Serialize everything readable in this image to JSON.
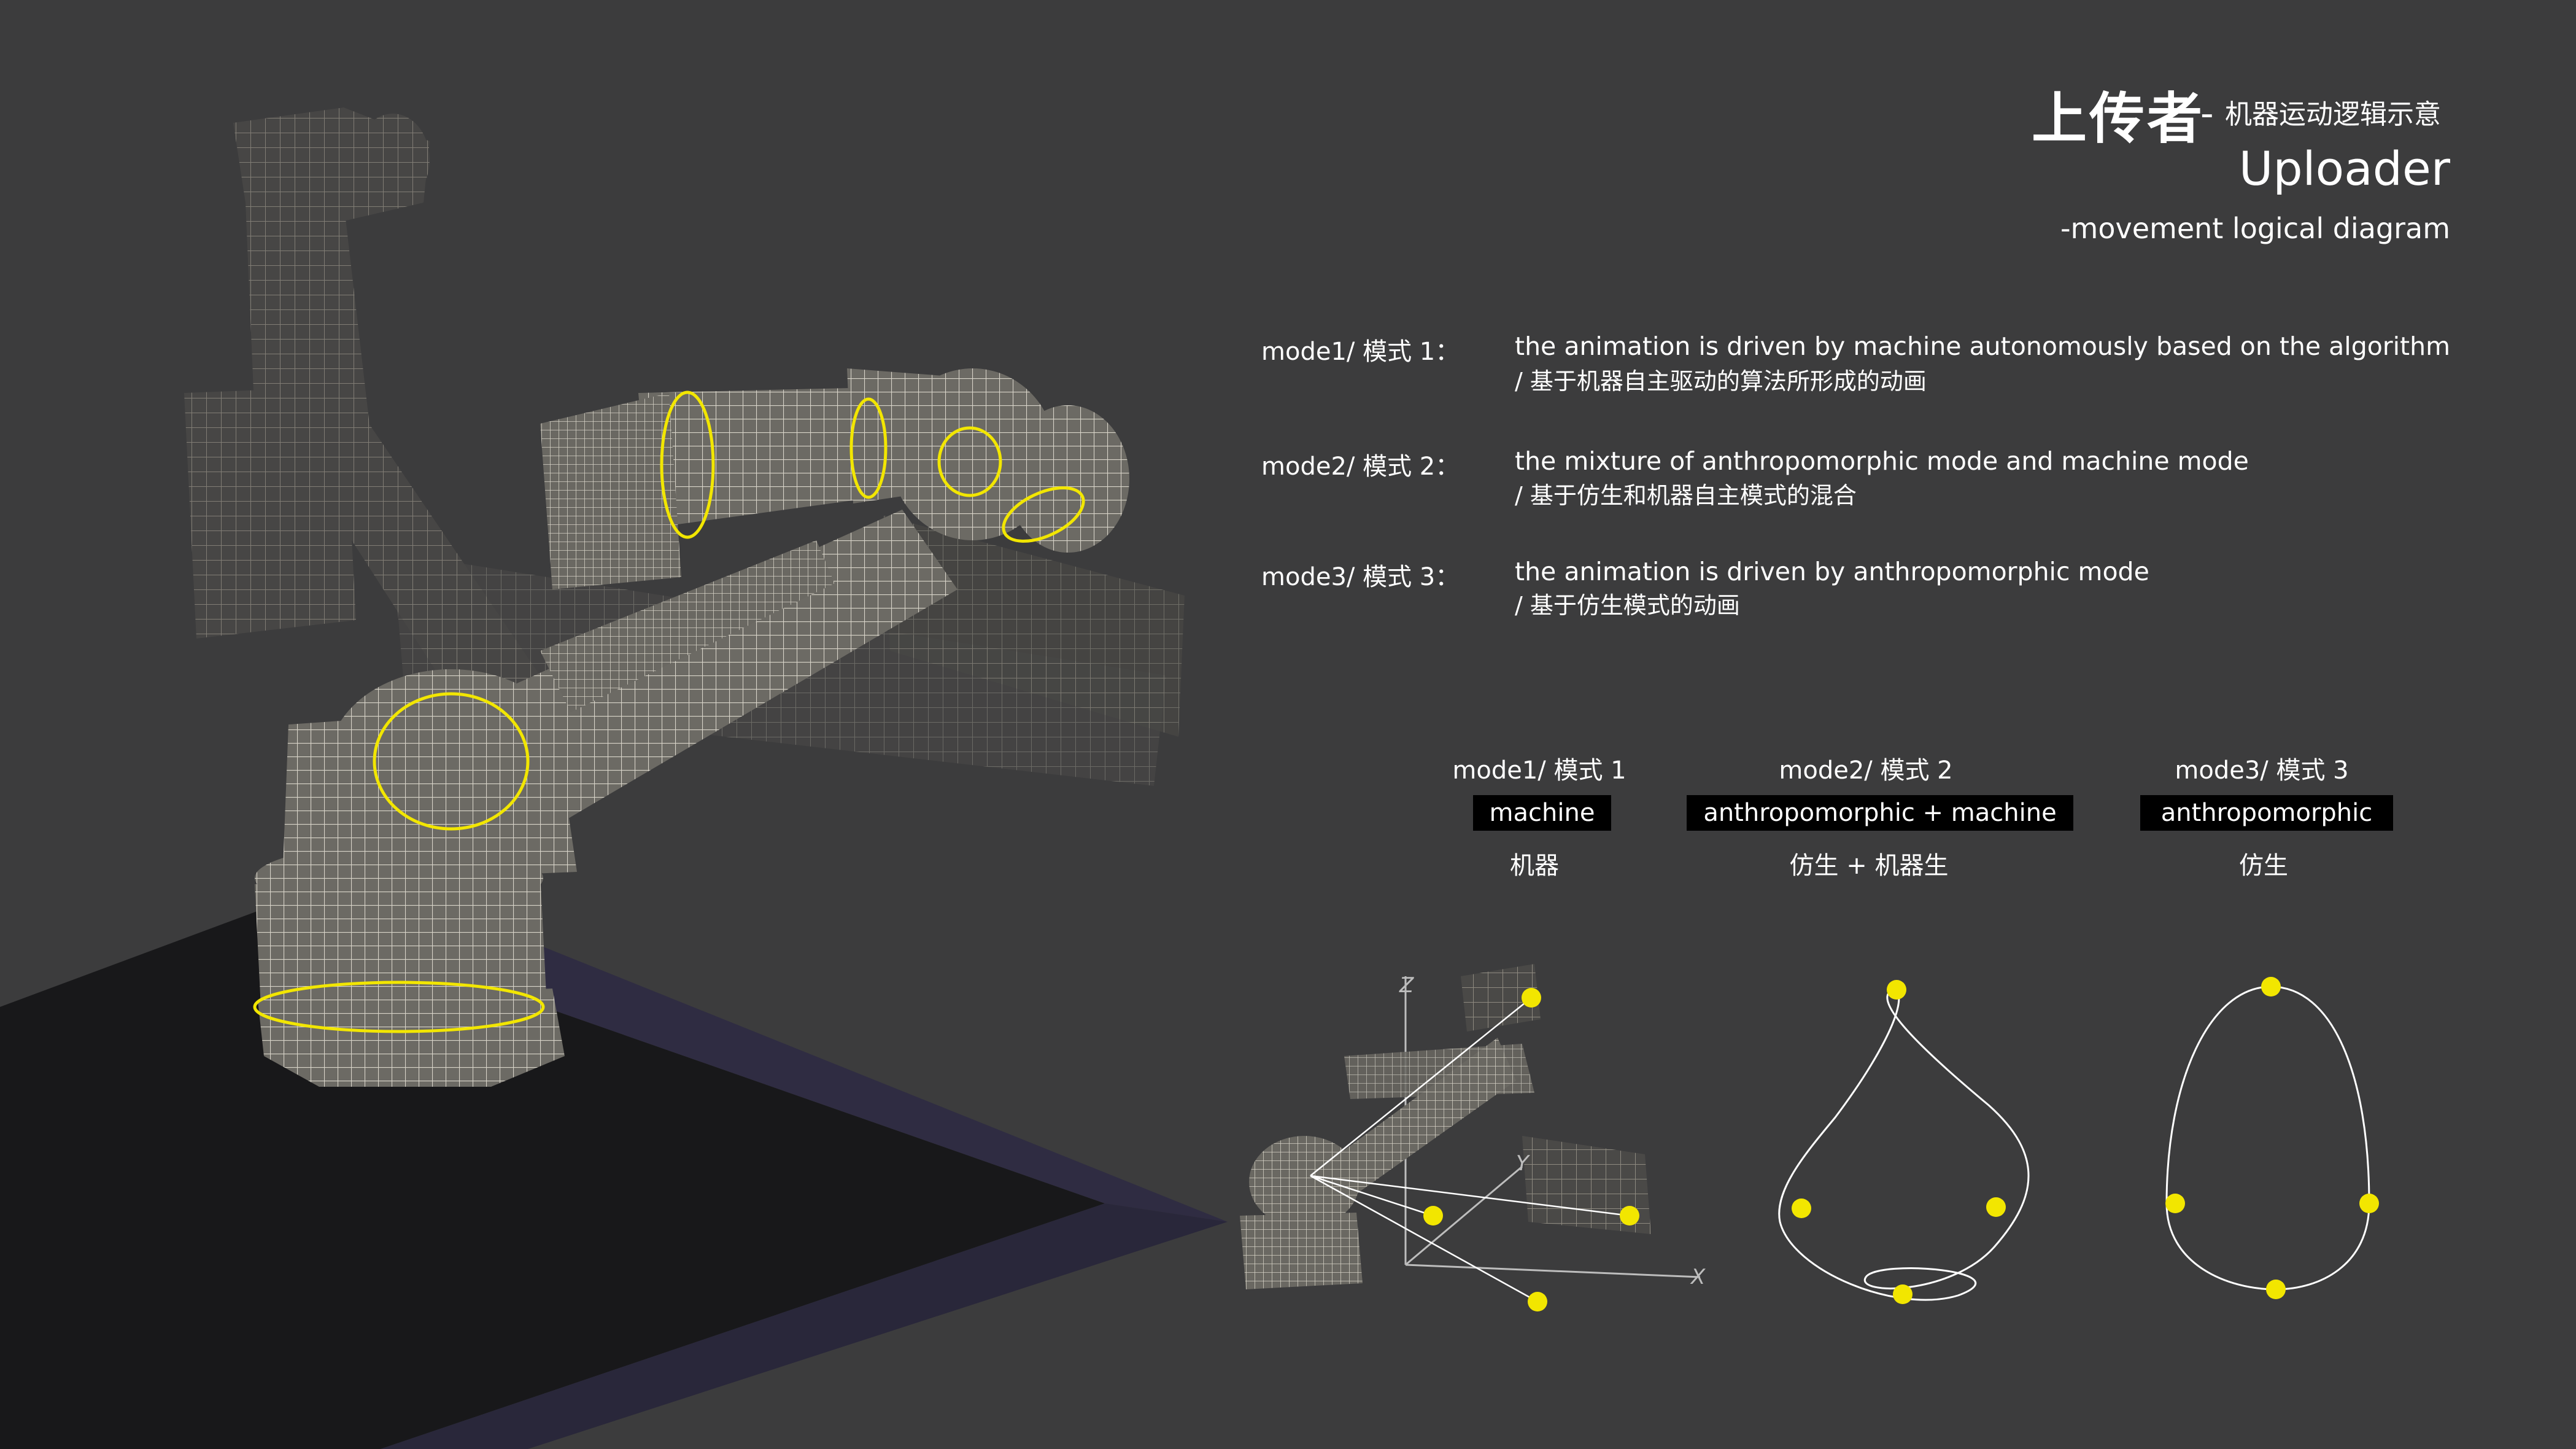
{
  "header": {
    "title_cn": "上传者",
    "dash": "-",
    "subtitle_cn": "机器运动逻辑示意",
    "title_en": "Uploader",
    "subtitle_en": "-movement logical diagram"
  },
  "modes": [
    {
      "label": "mode1/ 模式 1：",
      "desc_en": "the animation is driven by machine autonomously based on the algorithm",
      "desc_cn": "/ 基于机器自主驱动的算法所形成的动画"
    },
    {
      "label": "mode2/ 模式 2：",
      "desc_en": "the mixture of anthropomorphic mode and machine mode",
      "desc_cn": "/ 基于仿生和机器自主模式的混合"
    },
    {
      "label": "mode3/ 模式 3：",
      "desc_en": "the animation is driven by anthropomorphic mode",
      "desc_cn": "/ 基于仿生模式的动画"
    }
  ],
  "columns": [
    {
      "heading": "mode1/ 模式 1",
      "tag": "machine",
      "cn": "机器"
    },
    {
      "heading": "mode2/ 模式 2",
      "tag": "anthropomorphic  + machine",
      "cn": "仿生 + 机器生"
    },
    {
      "heading": "mode3/ 模式 3",
      "tag": "anthropomorphic",
      "cn": "仿生"
    }
  ],
  "axes": {
    "x": "X",
    "y": "Y",
    "z": "Z"
  },
  "colors": {
    "background": "#3c3c3d",
    "accent": "#f2e600",
    "floor": "#1a1a1b",
    "floor_edge": "#2e2b40",
    "wireframe": "#b9b4a8"
  }
}
